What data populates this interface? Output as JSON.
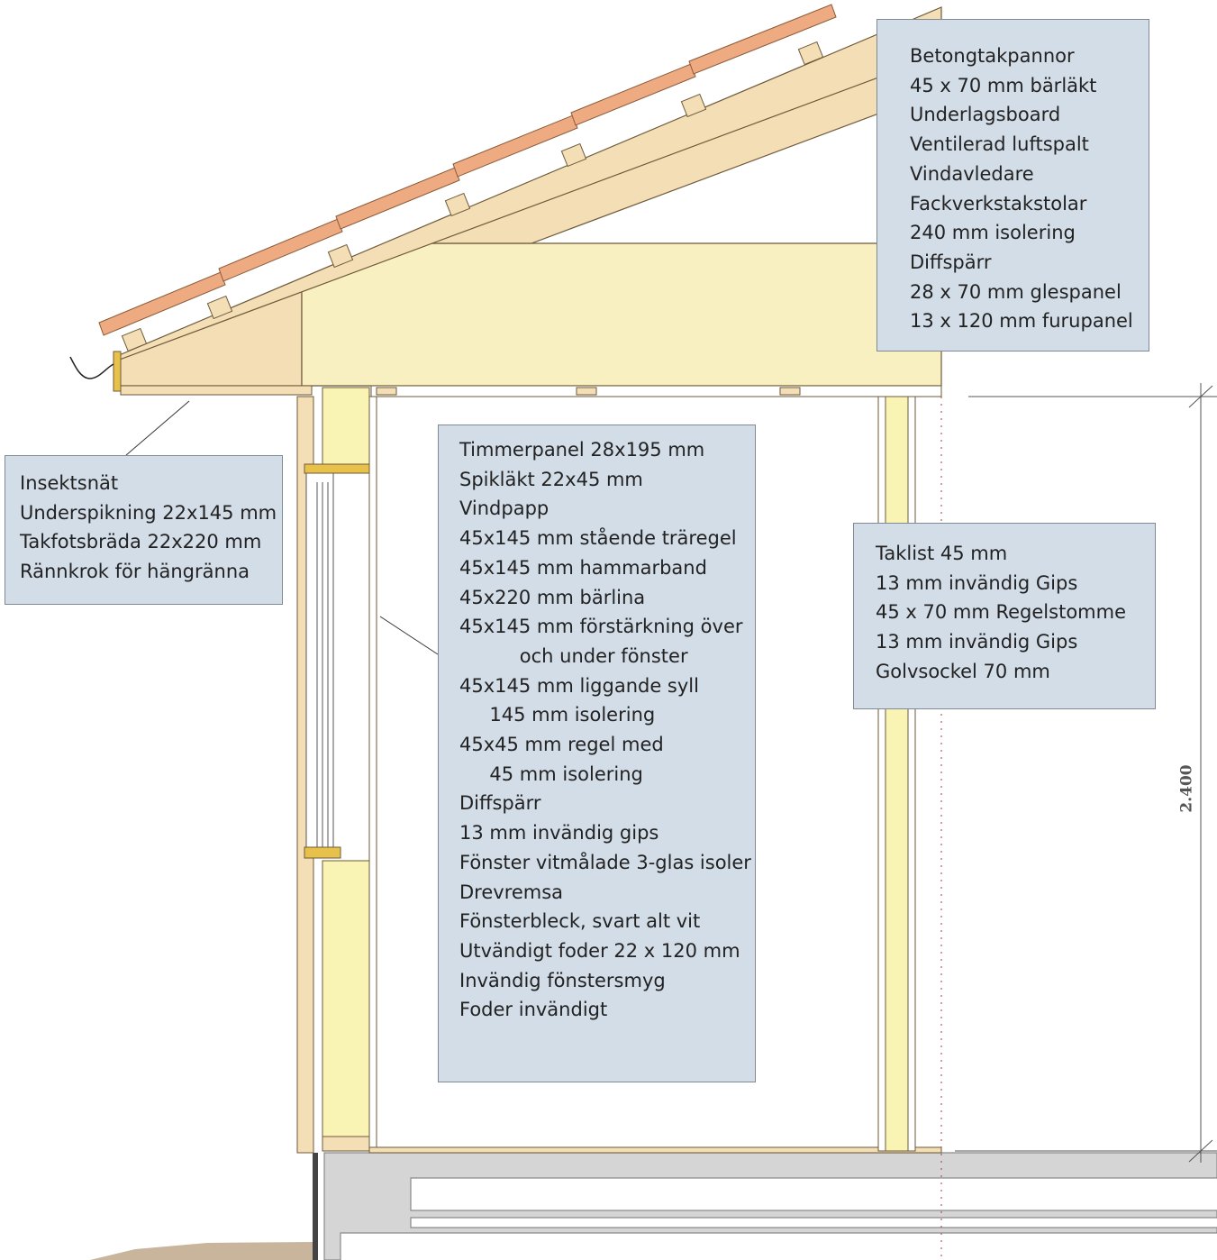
{
  "colors": {
    "wood": "#f3deb6",
    "insulation": "#f9f4b4",
    "tiles": "#eeaa80",
    "concrete": "#d5d5d5",
    "note_background": "#d3dde8",
    "outline": "#6e5a3a"
  },
  "notes": {
    "roof": {
      "lines": [
        "Betongtakpannor",
        "45 x 70 mm bärläkt",
        "Underlagsboard",
        "Ventilerad luftspalt",
        "Vindavledare",
        "Fackverkstakstolar",
        "240 mm isolering",
        "Diffspärr",
        "28 x 70 mm glespanel",
        "13 x 120 mm furupanel"
      ]
    },
    "eaves": {
      "lines": [
        "Insektsnät",
        "Underspikning 22x145 mm",
        "Takfotsbräda 22x220 mm",
        "Rännkrok för hängränna"
      ]
    },
    "wall": {
      "lines": [
        "Timmerpanel 28x195 mm",
        "Spikläkt 22x45 mm",
        "Vindpapp",
        "45x145 mm stående träregel",
        "45x145 mm hammarband",
        "45x220 mm bärlina",
        "45x145 mm förstärkning över",
        "          och under fönster",
        "45x145 mm liggande syll",
        "     145 mm isolering",
        "45x45 mm regel med",
        "     45 mm isolering",
        "Diffspärr",
        "13 mm invändig gips",
        "",
        "Fönster vitmålade 3-glas isoler",
        "Drevremsa",
        "Fönsterbleck, svart alt vit",
        "Utvändigt foder 22 x 120 mm",
        "Invändig fönstersmyg",
        "Foder invändigt"
      ]
    },
    "inner_wall": {
      "lines": [
        "Taklist 45 mm",
        "13 mm invändig Gips",
        "45 x 70 mm Regelstomme",
        "13 mm invändig Gips",
        "Golvsockel 70 mm"
      ]
    }
  },
  "dimension": {
    "label": "2.400"
  }
}
